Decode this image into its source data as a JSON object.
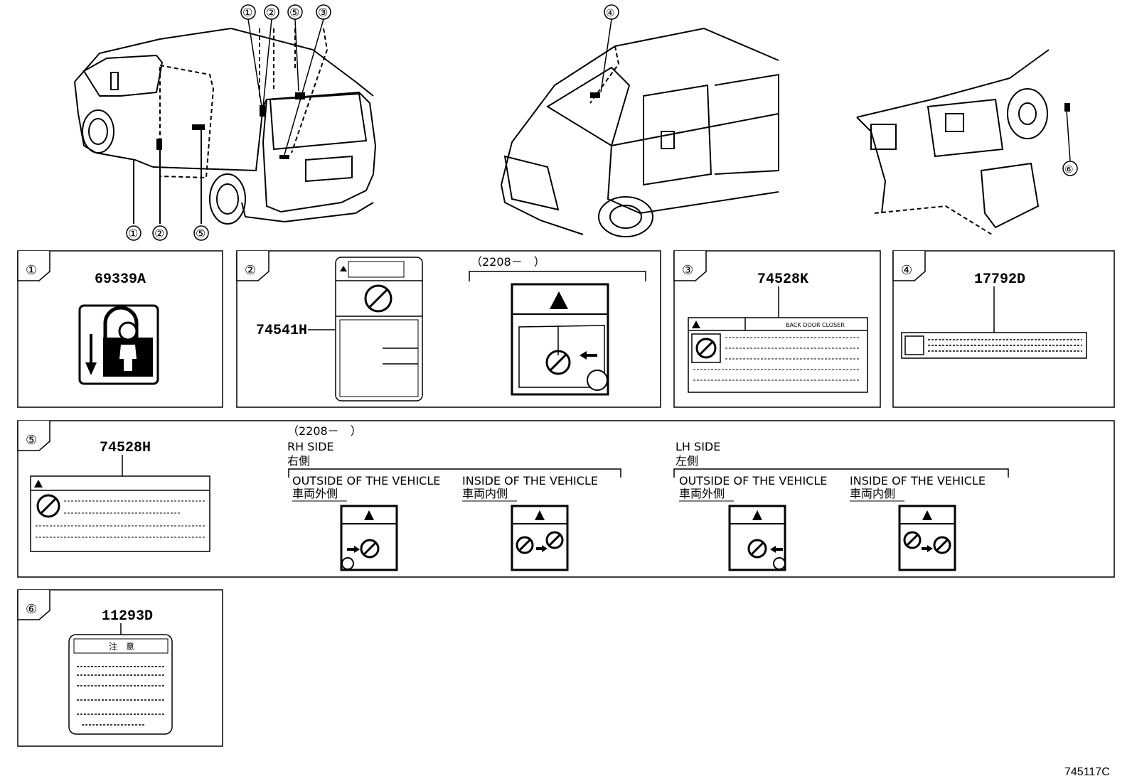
{
  "panels": [
    {
      "num": "①",
      "part": "69339A"
    },
    {
      "num": "②",
      "part": "74541H",
      "date_range": "（2208－　）"
    },
    {
      "num": "③",
      "part": "74528K",
      "back_door_text": "BACK DOOR CLOSER"
    },
    {
      "num": "④",
      "part": "17792D"
    },
    {
      "num": "⑤",
      "part": "74528H",
      "date_range": "（2208－　）",
      "rh_side": "RH SIDE",
      "rh_side_jp": "右側",
      "lh_side": "LH SIDE",
      "lh_side_jp": "左側",
      "outside": "OUTSIDE OF THE VEHICLE",
      "outside_jp": "車両外側",
      "inside": "INSIDE OF THE VEHICLE",
      "inside_jp": "車両内側"
    },
    {
      "num": "⑥",
      "part": "11293D",
      "caution_jp": "注　意"
    }
  ],
  "vehicle_callouts": {
    "rear_view": [
      "①",
      "②",
      "⑤",
      "③",
      "①",
      "②",
      "⑤"
    ],
    "front_view": [
      "④"
    ],
    "dash_view": [
      "⑥"
    ]
  },
  "diagram_ref": "745117C"
}
